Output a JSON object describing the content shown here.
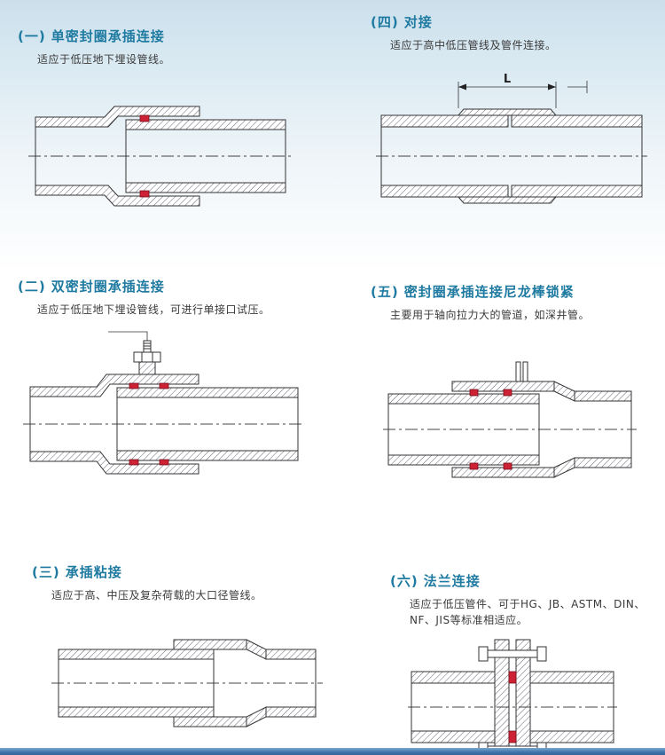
{
  "colors": {
    "title": "#1e7aa0",
    "seal": "#cc2233",
    "bottom_bar": "#3f74ab"
  },
  "sections": [
    {
      "number": "(一)",
      "title": "单密封圈承插连接",
      "desc": "适应于低压地下埋设管线。"
    },
    {
      "number": "(二)",
      "title": "双密封圈承插连接",
      "desc": "适应于低压地下埋设管线，可进行单接口试压。"
    },
    {
      "number": "(三)",
      "title": "承插粘接",
      "desc": "适应于高、中压及复杂荷载的大口径管线。"
    },
    {
      "number": "(四)",
      "title": "对接",
      "desc": "适应于高中低压管线及管件连接。"
    },
    {
      "number": "(五)",
      "title": "密封圈承插连接尼龙棒锁紧",
      "desc": "主要用于轴向拉力大的管道，如深井管。"
    },
    {
      "number": "(六)",
      "title": "法兰连接",
      "desc": "适应于低压管件、可于HG、JB、ASTM、DIN、NF、JIS等标准相适应。"
    }
  ],
  "diagram_labels": {
    "butt_joint_length": "L"
  }
}
